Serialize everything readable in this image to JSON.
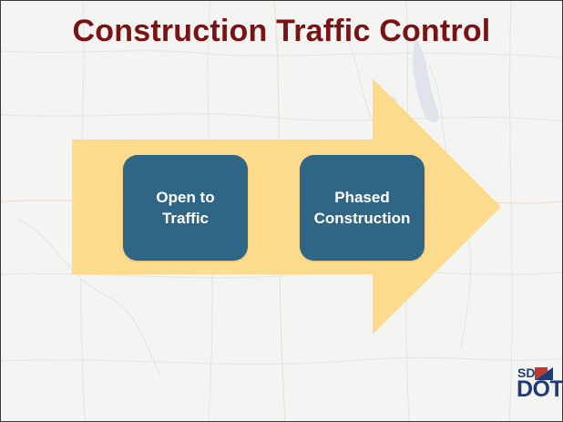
{
  "slide": {
    "title": "Construction Traffic Control"
  },
  "diagram": {
    "arrow_color": "#fcd983",
    "box_color": "#2f6585",
    "title_color": "#7a1313",
    "steps": [
      {
        "line1": "Open to",
        "line2": "Traffic"
      },
      {
        "line1": "Phased",
        "line2": "Construction"
      }
    ]
  },
  "logo": {
    "top_text": "SD",
    "bottom_text": "DOT",
    "color": "#1e3b78",
    "accent_color": "#c0392b"
  }
}
